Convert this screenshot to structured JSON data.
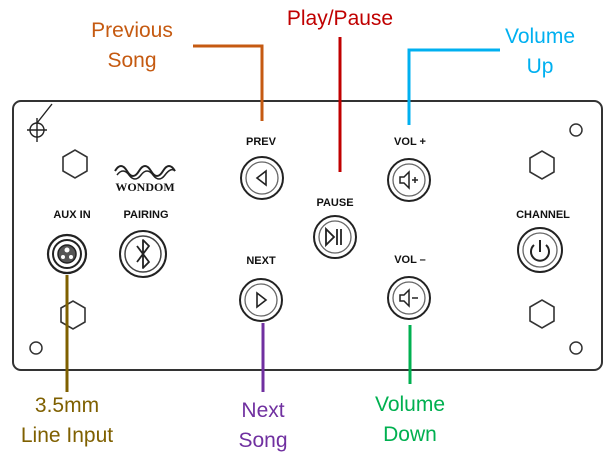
{
  "callouts": {
    "prev": {
      "line1": "Previous",
      "line2": "Song",
      "color": "#c55a11"
    },
    "play": {
      "line1": "Play/Pause",
      "color": "#c00000"
    },
    "volup": {
      "line1": "Volume",
      "line2": "Up",
      "color": "#00b0f0"
    },
    "aux": {
      "line1": "3.5mm",
      "line2": "Line Input",
      "color": "#7f6000"
    },
    "next": {
      "line1": "Next",
      "line2": "Song",
      "color": "#7030a0"
    },
    "voldown": {
      "line1": "Volume",
      "line2": "Down",
      "color": "#00b050"
    }
  },
  "panel": {
    "labels": {
      "prev": "PREV",
      "pause": "PAUSE",
      "volplus": "VOL +",
      "next": "NEXT",
      "volminus": "VOL –",
      "auxin": "AUX IN",
      "pairing": "PAIRING",
      "channel": "CHANNEL"
    },
    "brand": "WONDOM"
  }
}
